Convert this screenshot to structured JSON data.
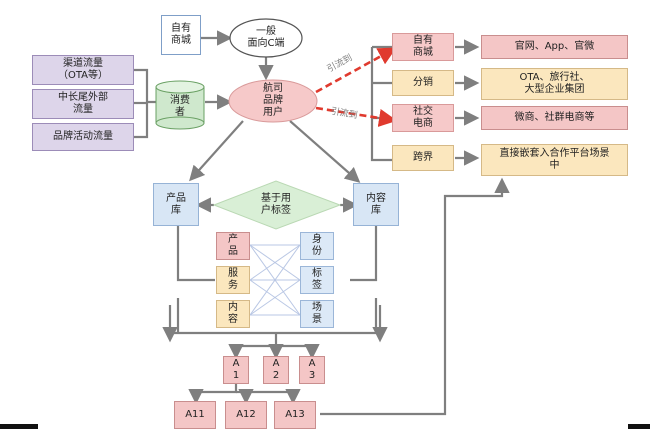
{
  "left_sources": [
    "渠道流量\n（OTA等）",
    "中长尾外部\n流量",
    "品牌活动流量"
  ],
  "consumer": "消费\n者",
  "own_mall_top": "自有\n商城",
  "general_c": "一般\n面向C端",
  "airline_users": "航司\n品牌\n用户",
  "channels": [
    {
      "label": "自有\n商城",
      "target": "官网、App、官微"
    },
    {
      "label": "分销",
      "target": "OTA、旅行社、\n大型企业集团"
    },
    {
      "label": "社交\n电商",
      "target": "微商、社群电商等"
    },
    {
      "label": "跨界",
      "target": "直接嵌套入合作平台场景\n中"
    }
  ],
  "arrow_labels": [
    "引流到",
    "引流到"
  ],
  "product_lib": "产品\n库",
  "content_lib": "内容\n库",
  "user_tag": "基于用\n户标签",
  "left_items": [
    "产\n品",
    "服\n务",
    "内\n容"
  ],
  "right_items": [
    "身\n份",
    "标\n签",
    "场\n景"
  ],
  "a_row": [
    "A\n1",
    "A\n2",
    "A\n3"
  ],
  "a_sub": [
    "A11",
    "A12",
    "A13"
  ],
  "colors": {
    "arrow_gray": "#7f7f7f",
    "dash_red": "#e03a2e",
    "pink_box": "#f6c9c9",
    "yellow_box": "#fbe7be",
    "blue_box": "#d8e6f5",
    "purple_box": "#ddd5ea"
  }
}
